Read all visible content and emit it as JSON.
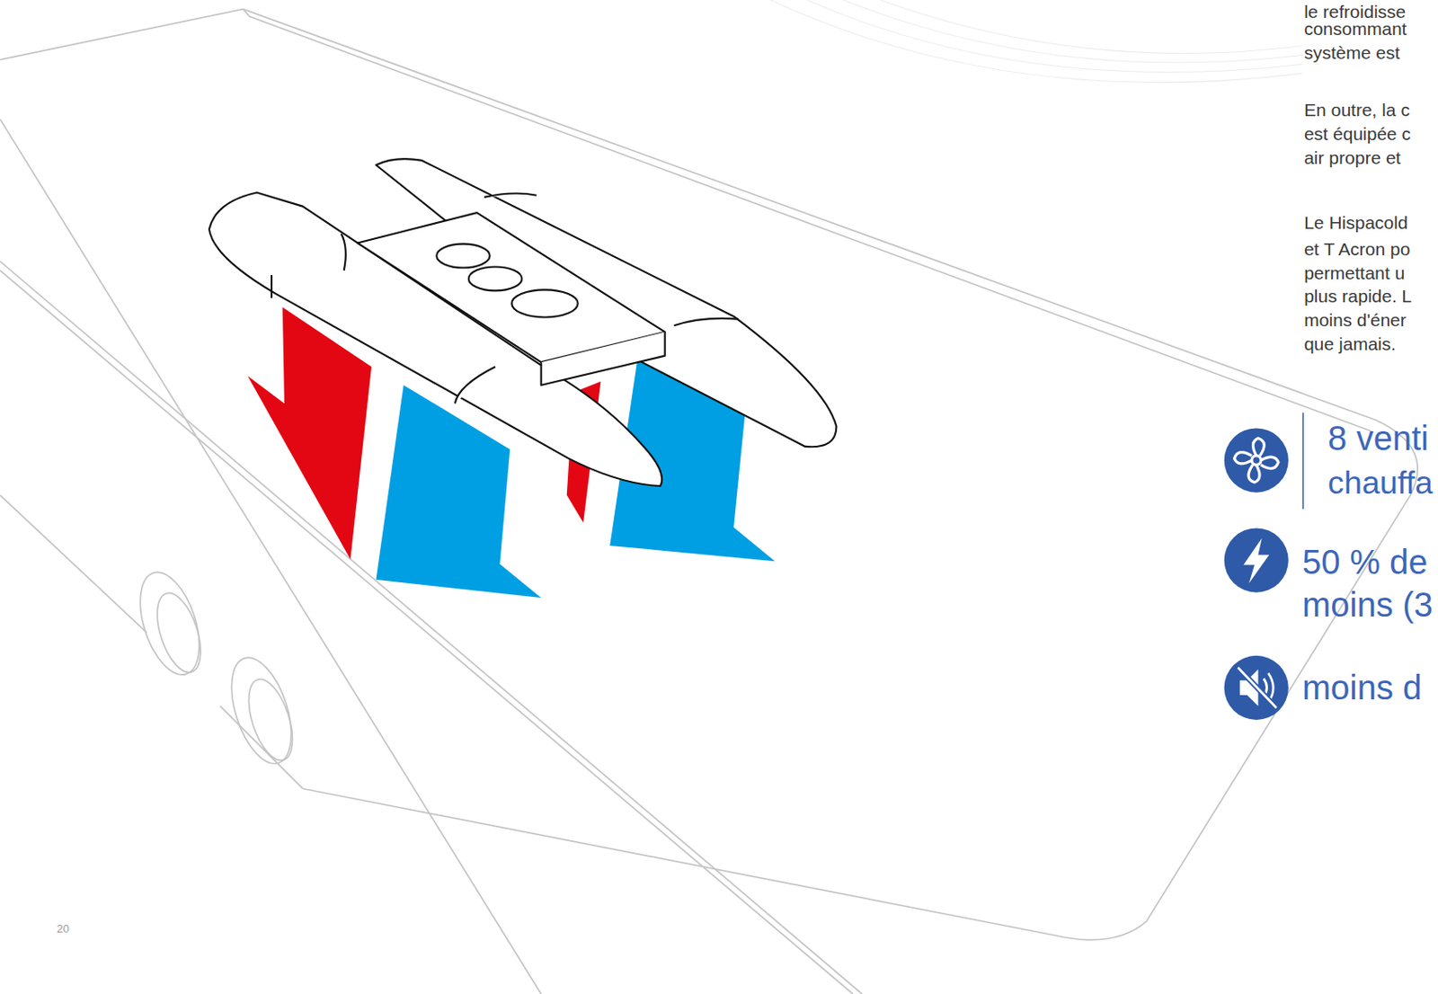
{
  "diagram": {
    "labels": [
      "le refroidisse",
      "consommant",
      "système est",
      "En outre, la c",
      "est équipée c",
      "air propre et",
      "Le Hispacold",
      "et T Acron po",
      "permettant u",
      "plus rapide. L",
      "moins d'éner",
      "que jamais.",
      "8 venti",
      "chauffa",
      "50 % de",
      "moins (3",
      "moins d",
      "20"
    ]
  }
}
